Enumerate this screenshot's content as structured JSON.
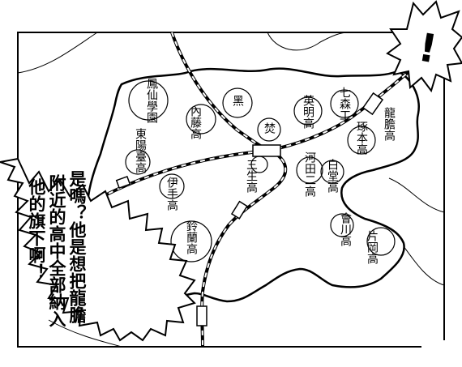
{
  "map": {
    "places": [
      {
        "id": "fengxian",
        "label": "鳳仙學園"
      },
      {
        "id": "neito",
        "label": "內藤高"
      },
      {
        "id": "kuro",
        "label": "黑"
      },
      {
        "id": "fen",
        "label": "焚"
      },
      {
        "id": "eimei",
        "label": "英明高"
      },
      {
        "id": "nanamori",
        "label": "七森工"
      },
      {
        "id": "ryusen",
        "label": "龍膽高"
      },
      {
        "id": "tsukamoto",
        "label": "琢本高"
      },
      {
        "id": "higashiyodai",
        "label": "東陽臺高"
      },
      {
        "id": "sanno",
        "label": "三生高"
      },
      {
        "id": "kawata",
        "label": "河田二高"
      },
      {
        "id": "hakudo",
        "label": "白堂高"
      },
      {
        "id": "ite",
        "label": "伊手高"
      },
      {
        "id": "suzuran",
        "label": "鈴蘭高"
      },
      {
        "id": "sogawa",
        "label": "會川高"
      },
      {
        "id": "kataoka",
        "label": "片岡高"
      }
    ]
  },
  "exclaim": {
    "text": "!"
  },
  "speech": {
    "text": "是嗎？他是想把龍膽附近的高中全部納入他的旗下啊！"
  }
}
